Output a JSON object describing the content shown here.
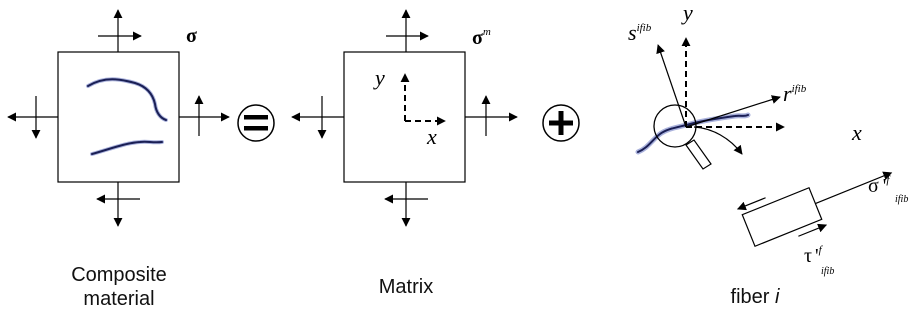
{
  "panels": {
    "composite": {
      "stress_symbol": "σ",
      "caption_line1": "Composite",
      "caption_line2": "material"
    },
    "matrix": {
      "stress_symbol": "σ",
      "stress_superscript": "m",
      "axis_y": "y",
      "axis_x": "x",
      "caption": "Matrix"
    },
    "fiber": {
      "axis_s": "s",
      "axis_s_superscript": "ifib",
      "axis_y": "y",
      "axis_r": "r",
      "axis_r_superscript": "ifib",
      "axis_x": "x",
      "sigma_symbol": "σ",
      "sigma_prime": "'",
      "sigma_superscript": "f",
      "sigma_subscript": "ifib",
      "tau_symbol": "τ",
      "tau_prime": "'",
      "tau_superscript": "f",
      "tau_subscript": "ifib",
      "caption_prefix": "fiber ",
      "caption_index": "i"
    }
  },
  "operators": {
    "equals": "=",
    "plus": "+"
  },
  "colors": {
    "ink": "#000000",
    "fiber_dark": "#1a1f55",
    "fiber_light": "#8a93c8"
  }
}
